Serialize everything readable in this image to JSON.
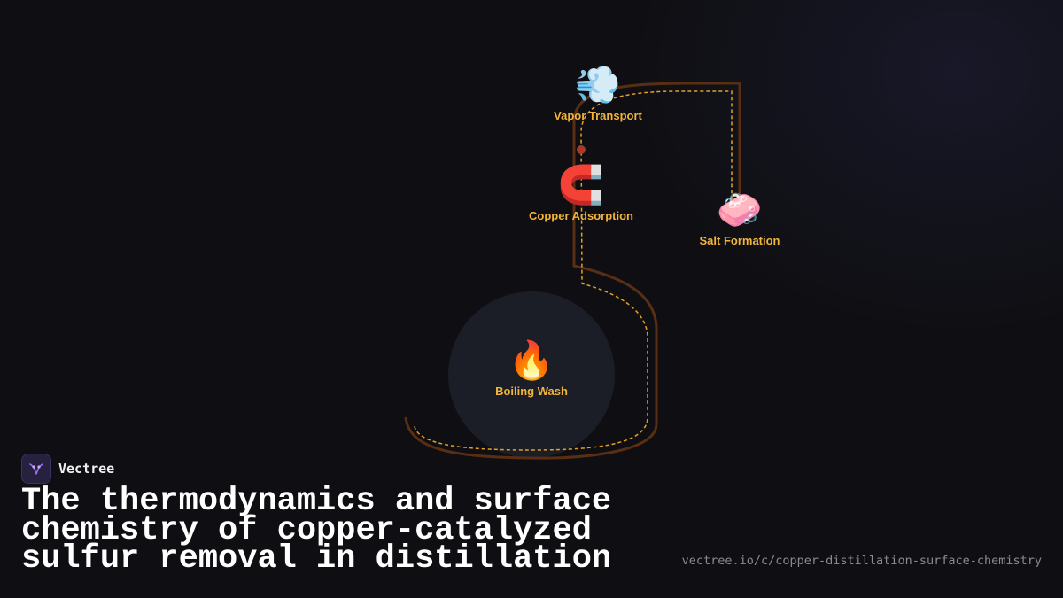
{
  "brand": {
    "name": "Vectree"
  },
  "title": "The thermodynamics and surface chemistry of copper-catalyzed sulfur removal in distillation",
  "url": "vectree.io/c/copper-distillation-surface-chemistry",
  "nodes": [
    {
      "id": "boiling",
      "emoji": "🔥",
      "label": "Boiling Wash"
    },
    {
      "id": "vapor",
      "emoji": "💨",
      "label": "Vapor Transport"
    },
    {
      "id": "copper",
      "emoji": "🧲",
      "label": "Copper Adsorption"
    },
    {
      "id": "salt",
      "emoji": "🧼",
      "label": "Salt Formation"
    }
  ],
  "colors": {
    "background": "#0f0f13",
    "pipe": "#5a2e12",
    "flow": "#e6a020",
    "label": "#f2b43a",
    "boiler_disc": "#1b1e27",
    "sulfur_dot": "#a83a2a"
  }
}
